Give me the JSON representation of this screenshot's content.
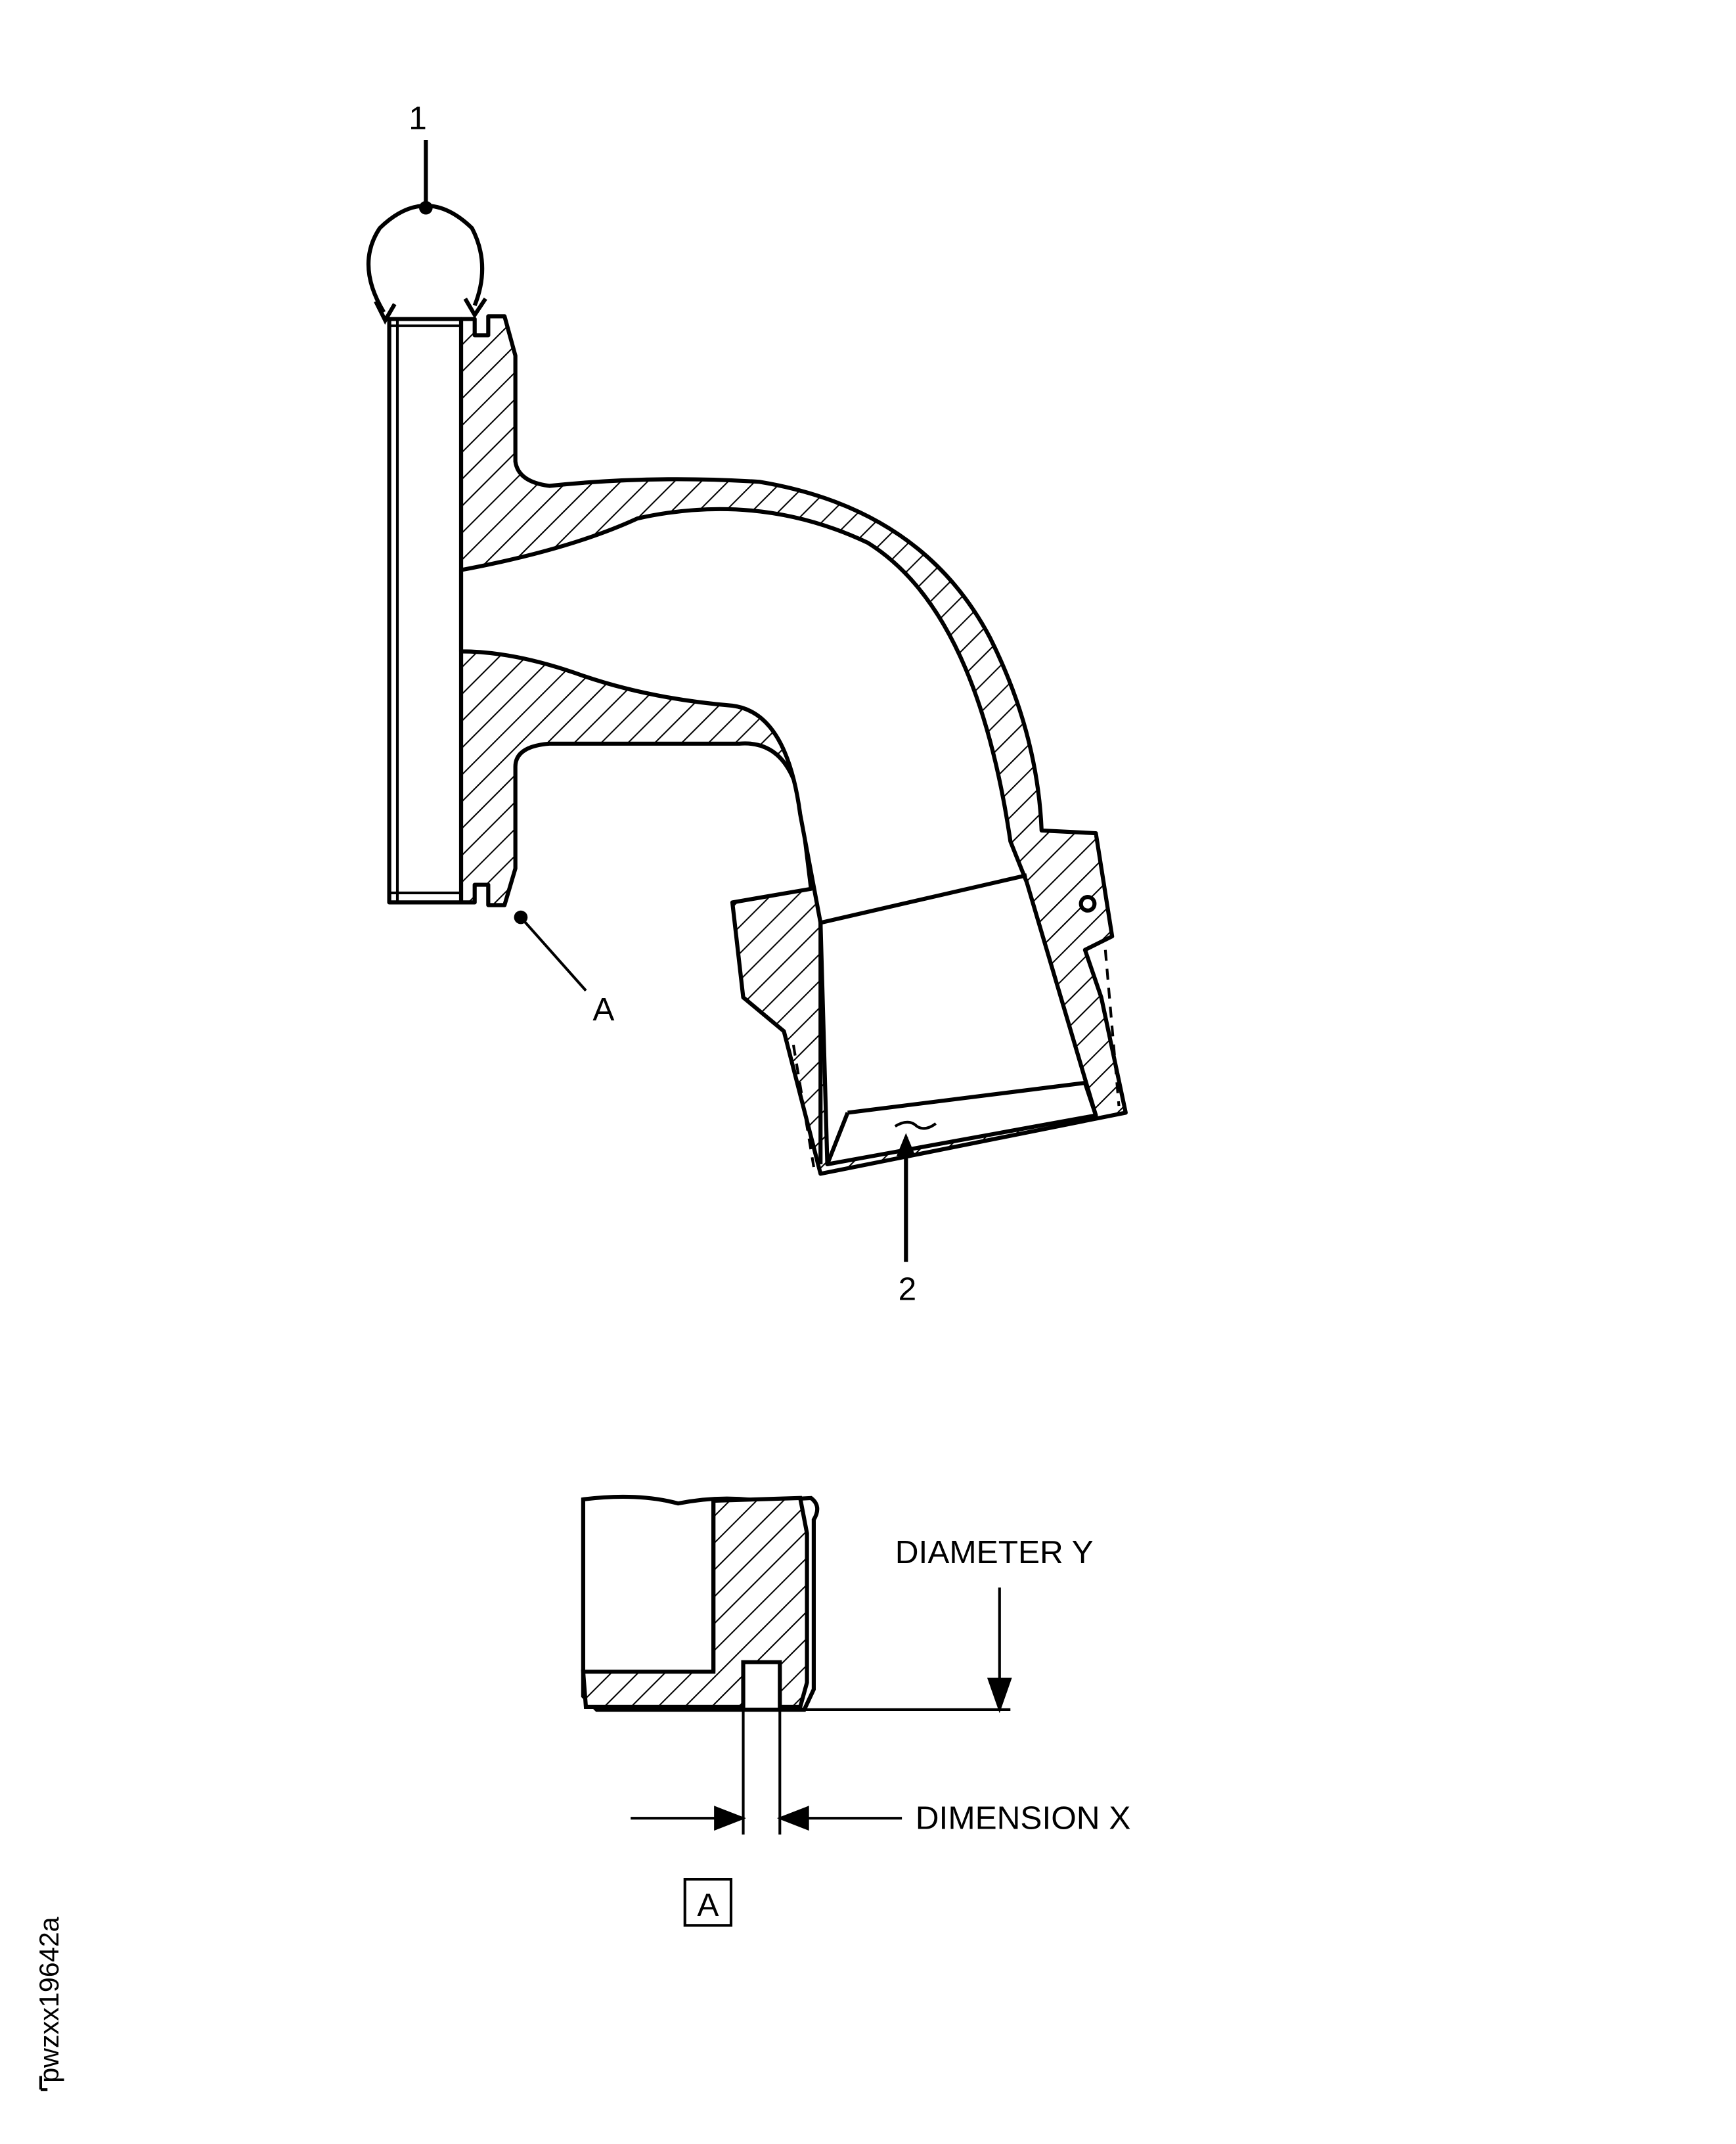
{
  "callouts": {
    "item1": "1",
    "item2": "2",
    "detail_ref": "A"
  },
  "detail": {
    "diameter_label": "DIAMETER Y",
    "dimension_label": "DIMENSION X",
    "detail_box_label": "A"
  },
  "figure_id": "pwzxx19642a"
}
